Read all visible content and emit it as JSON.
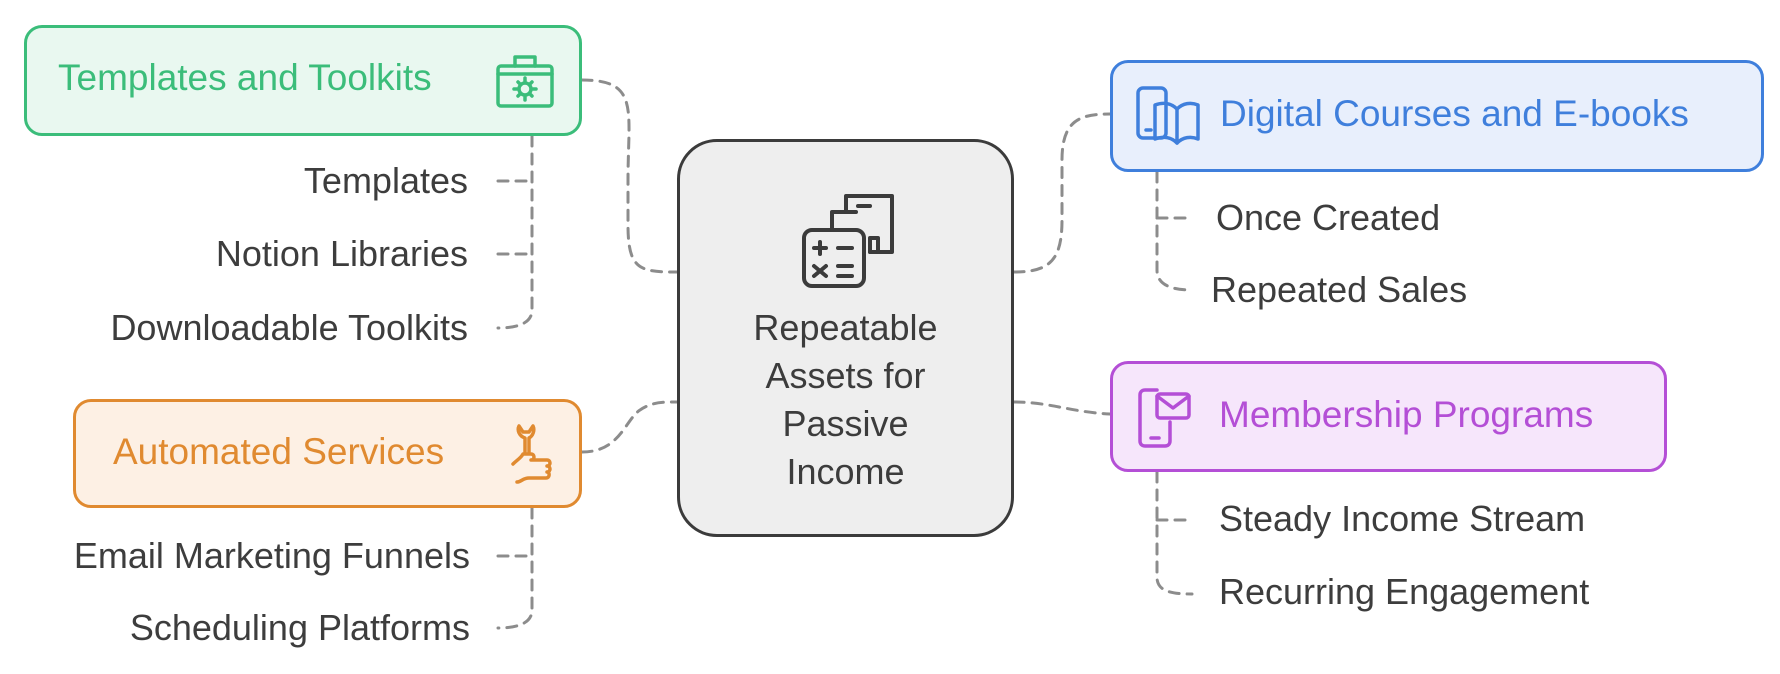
{
  "center": {
    "title": "Repeatable\nAssets for\nPassive\nIncome",
    "icon": "calculator-documents-icon"
  },
  "branches": [
    {
      "id": "templates",
      "label": "Templates and Toolkits",
      "icon": "toolbox-gear-icon",
      "color": "#3bbd7a",
      "fill": "#e9f8f0",
      "items": [
        "Templates",
        "Notion Libraries",
        "Downloadable Toolkits"
      ]
    },
    {
      "id": "automated",
      "label": "Automated Services",
      "icon": "wrench-thumbs-up-icon",
      "color": "#e08a30",
      "fill": "#fdf0e4",
      "items": [
        "Email Marketing Funnels",
        "Scheduling Platforms"
      ]
    },
    {
      "id": "digital",
      "label": "Digital Courses and E-books",
      "icon": "device-book-icon",
      "color": "#3f7fdc",
      "fill": "#e8effc",
      "items": [
        "Once Created",
        "Repeated Sales"
      ]
    },
    {
      "id": "membership",
      "label": "Membership Programs",
      "icon": "phone-mail-icon",
      "color": "#b44fd6",
      "fill": "#f6e6fb",
      "items": [
        "Steady Income Stream",
        "Recurring Engagement"
      ]
    }
  ]
}
